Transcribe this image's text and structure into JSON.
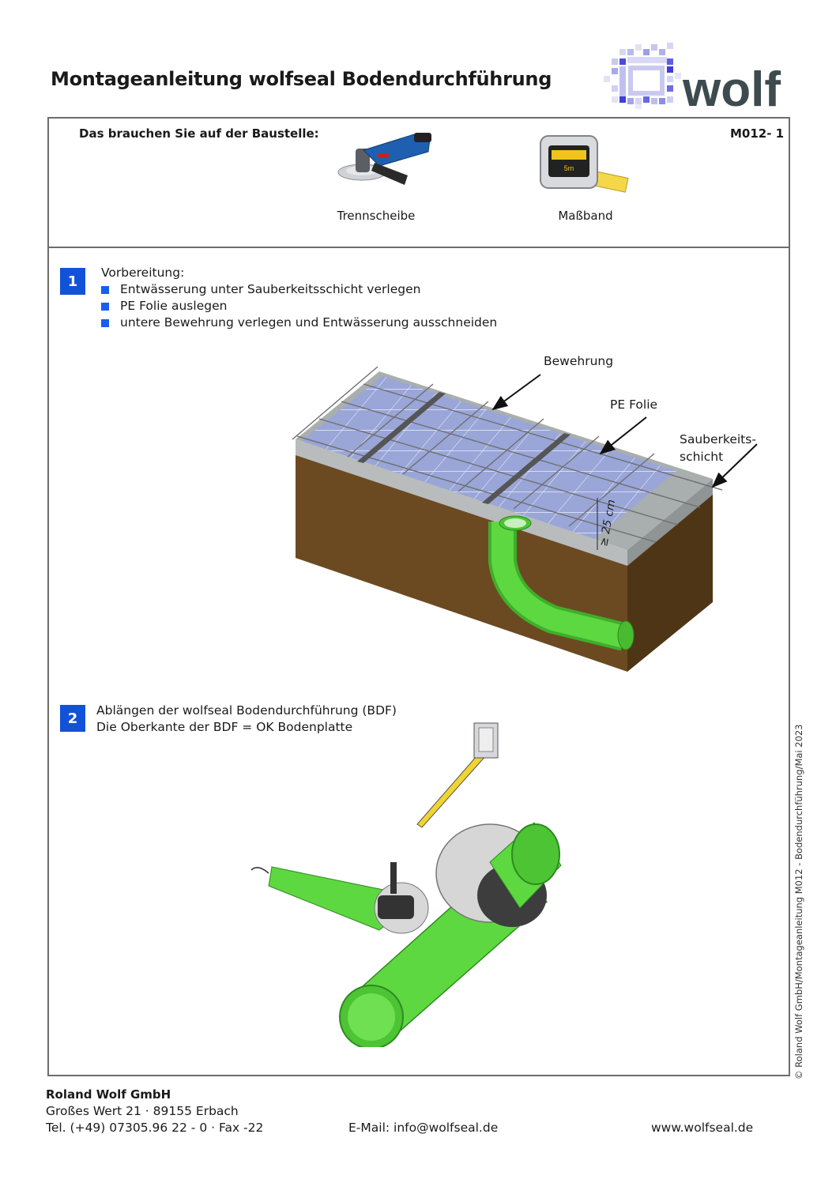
{
  "header": {
    "title": "Montageanleitung wolfseal Bodendurchführung",
    "logo_text": "wolf"
  },
  "needs": {
    "heading": "Das brauchen Sie auf der Baustelle:",
    "doc_id": "M012- 1",
    "tools": [
      {
        "label": "Trennscheibe",
        "icon": "angle-grinder-icon"
      },
      {
        "label": "Maßband",
        "icon": "tape-measure-icon"
      }
    ]
  },
  "step1": {
    "number": "1",
    "intro": "Vorbereitung:",
    "bullets": [
      "Entwässerung unter Sauberkeitsschicht verlegen",
      "PE Folie auslegen",
      "untere Bewehrung verlegen und Entwässerung ausschneiden"
    ],
    "labels": {
      "bewehrung": "Bewehrung",
      "pe_folie": "PE Folie",
      "sauberkeit_line1": "Sauberkeits-",
      "sauberkeit_line2": "schicht",
      "dimension": "≥ 25 cm"
    }
  },
  "step2": {
    "number": "2",
    "line1": "Ablängen der wolfseal Bodendurchführung (BDF)",
    "line2": "Die Oberkante der BDF = OK Bodenplatte"
  },
  "copyright": "© Roland Wolf GmbH/Montageanleitung M012 - Bodendurchführung/Mai 2023",
  "footer": {
    "company": "Roland Wolf GmbH",
    "address": "Großes Wert 21 · 89155 Erbach",
    "phone": "Tel. (+49) 07305.96 22 - 0 · Fax -22",
    "email": "E-Mail: info@wolfseal.de",
    "web": "www.wolfseal.de"
  },
  "colors": {
    "accent_blue": "#1252d8",
    "pipe_green": "#55d63a",
    "soil_brown": "#6b4a22",
    "logo_grey": "#3d4b4f"
  }
}
